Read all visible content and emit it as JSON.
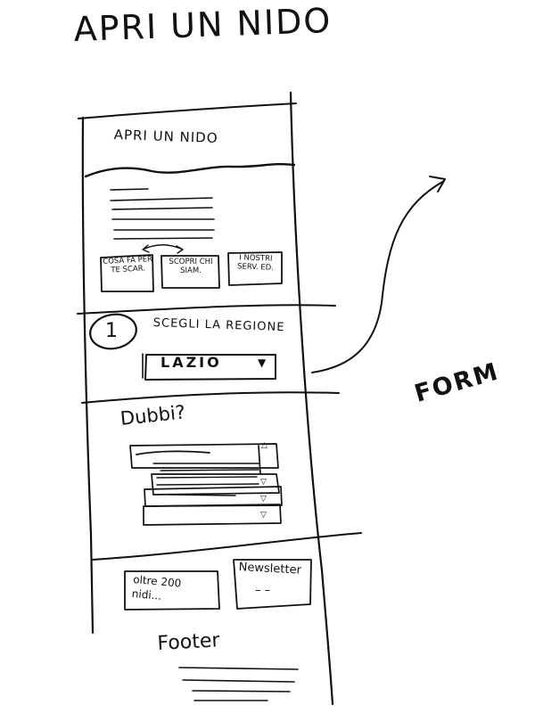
{
  "page_title": "APRI UN NIDO",
  "site_header": {
    "title": "APRI UN NIDO"
  },
  "feature_cards": [
    {
      "label": "COSA FA PER TE SCAR."
    },
    {
      "label": "SCOPRI CHI SIAM."
    },
    {
      "label": "I NOSTRI SERV. ED."
    }
  ],
  "region_step": {
    "number": "1",
    "label": "SCEGLI LA REGIONE",
    "selected_region": "LAZIO",
    "dropdown_icon": "triangle-down",
    "dropdown_arrow": "▼"
  },
  "faq": {
    "title": "Dubbi?",
    "arrow_up": "△",
    "arrow_down": "▽"
  },
  "bottom_boxes": [
    {
      "label": "oltre 200 nidi..."
    },
    {
      "label": "Newsletter",
      "dash": "– –"
    }
  ],
  "footer": {
    "label": "Footer"
  },
  "side_annotation": {
    "label": "FORM"
  },
  "colors": {
    "ink": "#111111",
    "paper": "#ffffff"
  }
}
